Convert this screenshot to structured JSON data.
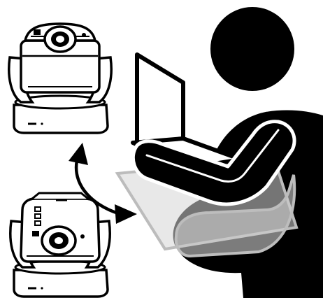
{
  "diagram": {
    "elements": [
      {
        "id": "camera-top",
        "icon": "ptz-camera-icon"
      },
      {
        "id": "camera-bottom",
        "icon": "ptz-camera-icon"
      },
      {
        "id": "connection-arrow",
        "icon": "double-headed-arrow-icon"
      },
      {
        "id": "operator",
        "icon": "person-with-laptop-icon"
      }
    ],
    "colors": {
      "ink": "#000000",
      "paper": "#ffffff",
      "ghost_fill": "#d6d6d6",
      "ghost_stroke": "#bcbcbc"
    }
  }
}
